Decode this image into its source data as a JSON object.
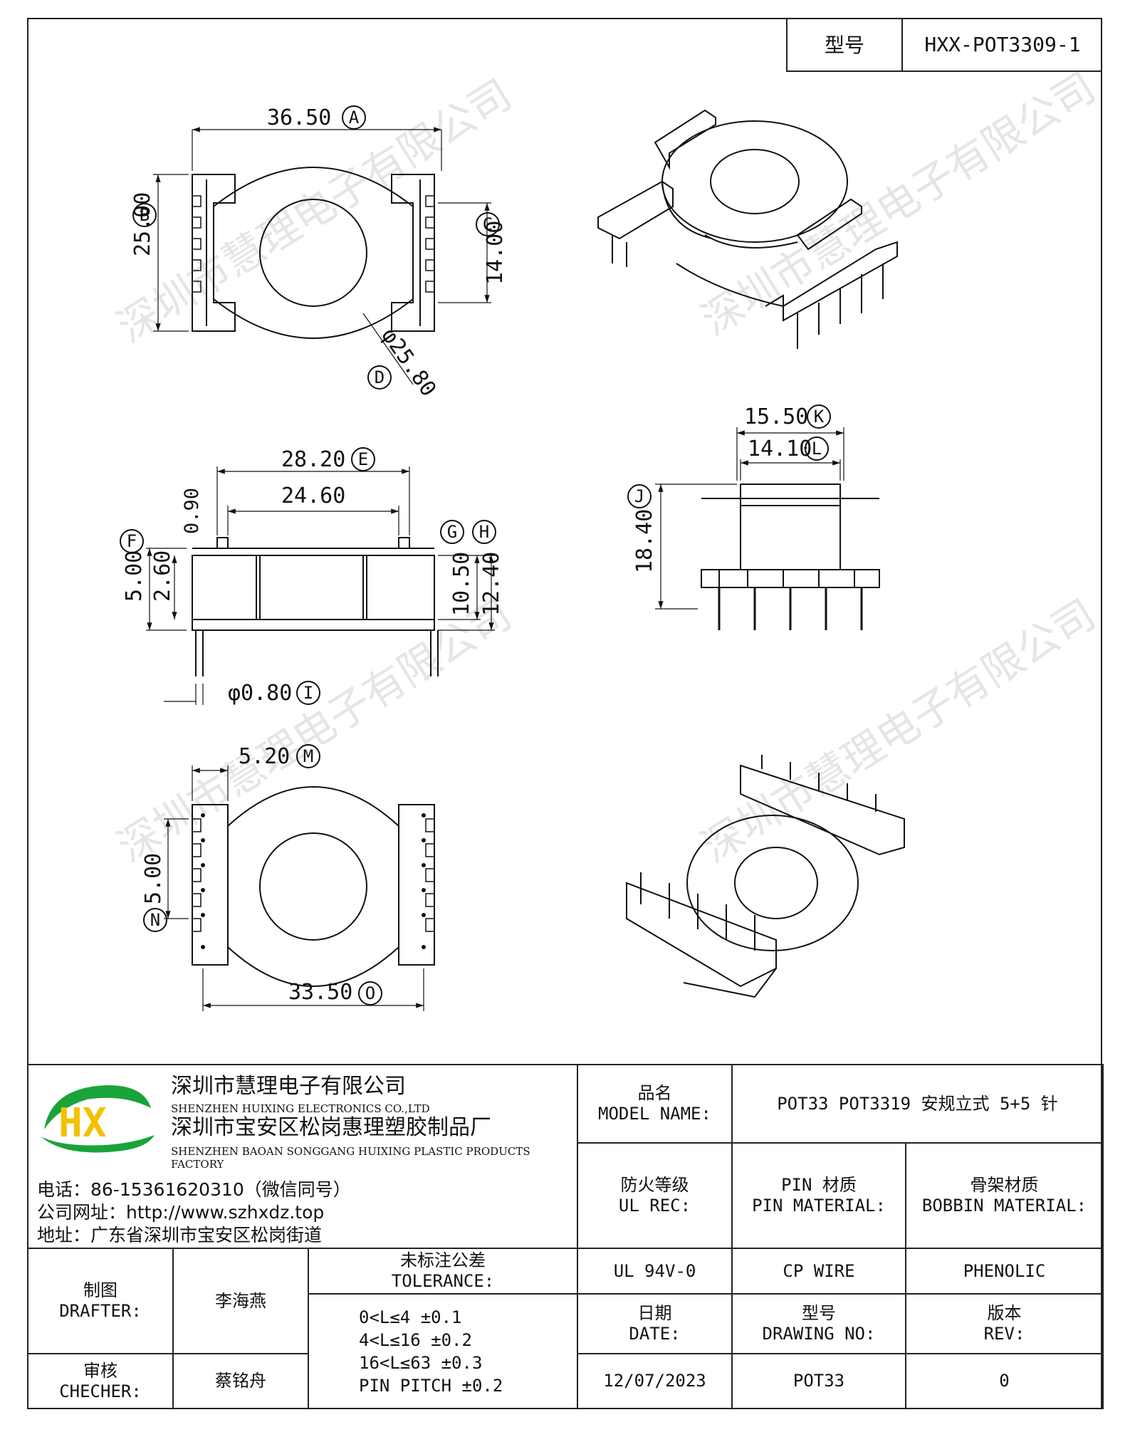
{
  "header": {
    "model_label": "型号",
    "model_value": "HXX-POT3309-1"
  },
  "dimensions": {
    "A": "36.50",
    "B": "25.00",
    "C": "14.00",
    "D": "φ25.80",
    "E": "28.20",
    "inner_width": "24.60",
    "F": "5.00",
    "flange_h": "2.60",
    "flange_t": "0.90",
    "G_H_inner": "10.50",
    "G_H_outer": "12.40",
    "I": "φ0.80",
    "K": "15.50",
    "L": "14.10",
    "J": "18.40",
    "M": "5.20",
    "N": "5.00",
    "O": "33.50"
  },
  "markers": [
    "A",
    "B",
    "C",
    "D",
    "E",
    "F",
    "G",
    "H",
    "I",
    "J",
    "K",
    "L",
    "M",
    "N",
    "O"
  ],
  "watermark": "深圳市慧理电子有限公司",
  "company": {
    "name_cn": "深圳市慧理电子有限公司",
    "name_en": "SHENZHEN HUIXING ELECTRONICS CO.,LTD",
    "factory_cn": "深圳市宝安区松岗惠理塑胶制品厂",
    "factory_en": "SHENZHEN BAOAN SONGGANG HUIXING PLASTIC PRODUCTS FACTORY",
    "phone": "电话：86-15361620310（微信同号）",
    "website": "公司网址：http://www.szhxdz.top",
    "address": "地址：广东省深圳市宝安区松岗街道",
    "logo_text": "HX",
    "logo_green": "#1aa33a",
    "logo_yellow": "#f2c200"
  },
  "title_block": {
    "model_name_cn": "品名",
    "model_name_en": "MODEL NAME:",
    "model_name_value": "POT33 POT3319 安规立式 5+5 针",
    "fire_cn": "防火等级",
    "fire_en": "UL REC:",
    "pin_cn": "PIN 材质",
    "pin_en": "PIN MATERIAL:",
    "bobbin_cn": "骨架材质",
    "bobbin_en": "BOBBIN MATERIAL:",
    "drafter_cn": "制图",
    "drafter_en": "DRAFTER:",
    "drafter_value": "李海燕",
    "tolerance_cn": "未标注公差",
    "tolerance_en": "TOLERANCE:",
    "fire_value": "UL 94V-0",
    "pin_value": "CP WIRE",
    "bobbin_value": "PHENOLIC",
    "checker_cn": "审核",
    "checker_en": "CHECHER:",
    "checker_value": "蔡铭舟",
    "tol_1": "0<L≤4  ±0.1",
    "tol_2": "4<L≤16 ±0.2",
    "tol_3": "16<L≤63 ±0.3",
    "tol_4": "PIN PITCH ±0.2",
    "date_cn": "日期",
    "date_en": "DATE:",
    "date_value": "12/07/2023",
    "drawing_cn": "型号",
    "drawing_en": "DRAWING NO:",
    "drawing_value": "POT33",
    "rev_cn": "版本",
    "rev_en": "REV:",
    "rev_value": "0"
  }
}
